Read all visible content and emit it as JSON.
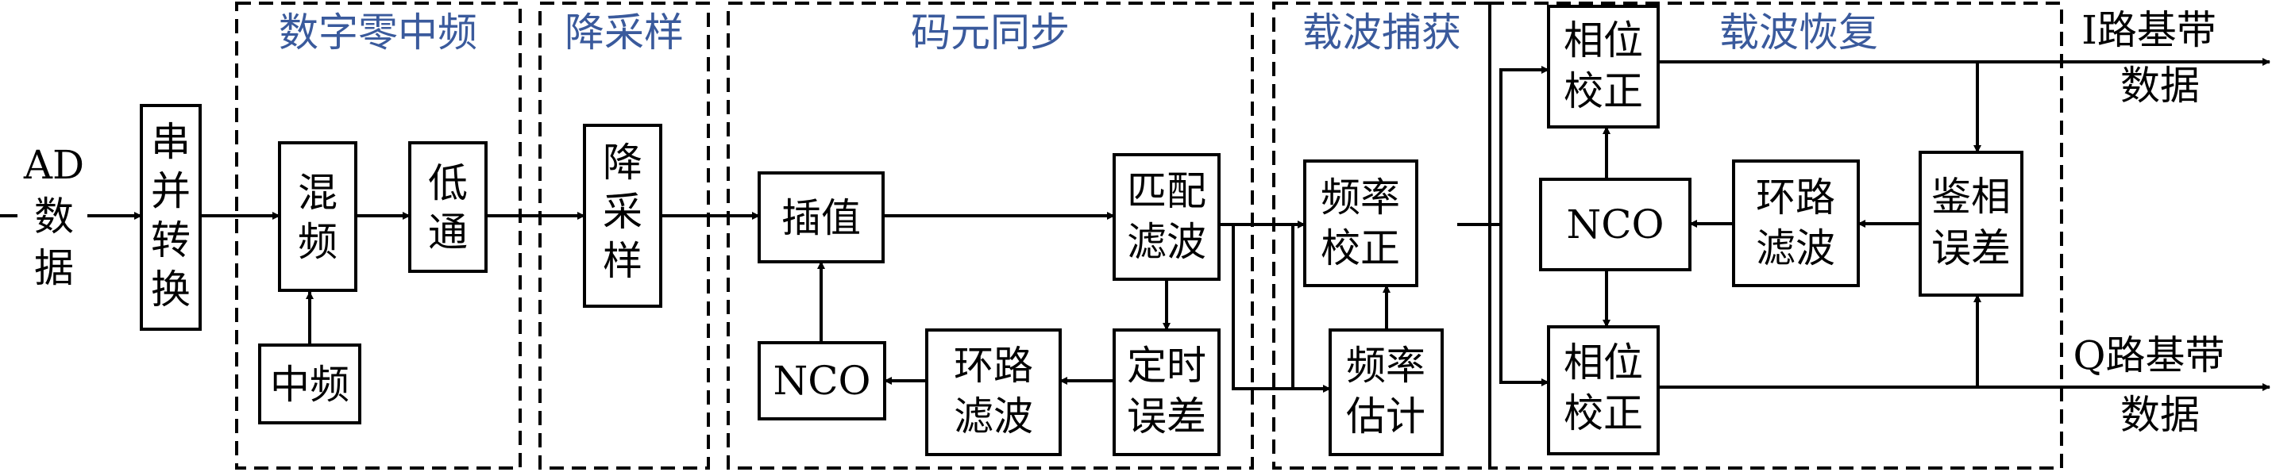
{
  "input": {
    "line1": "AD",
    "line2": "数",
    "line3": "据"
  },
  "groups": {
    "ddc": "数字零中频",
    "decim": "降采样",
    "symsync": "码元同步",
    "carrier_acq": "载波捕获",
    "carrier_rec": "载波恢复"
  },
  "blocks": {
    "serial_parallel": [
      "串",
      "并",
      "转",
      "换"
    ],
    "mixer": [
      "混",
      "频"
    ],
    "lowpass": [
      "低",
      "通"
    ],
    "if_freq": "中频",
    "decimate": [
      "降",
      "采",
      "样"
    ],
    "interp": "插值",
    "matched": [
      "匹配",
      "滤波"
    ],
    "timing_err": [
      "定时",
      "误差"
    ],
    "loop_filter1": [
      "环路",
      "滤波"
    ],
    "nco1": "NCO",
    "freq_corr": [
      "频率",
      "校正"
    ],
    "freq_est": [
      "频率",
      "估计"
    ],
    "phase_corr_top": [
      "相位",
      "校正"
    ],
    "phase_corr_bot": [
      "相位",
      "校正"
    ],
    "nco2": "NCO",
    "loop_filter2": [
      "环路",
      "滤波"
    ],
    "phase_det": [
      "鉴相",
      "误差"
    ]
  },
  "outputs": {
    "i_line1": "I路基带",
    "i_line2": "数据",
    "q_line1": "Q路基带",
    "q_line2": "数据"
  }
}
